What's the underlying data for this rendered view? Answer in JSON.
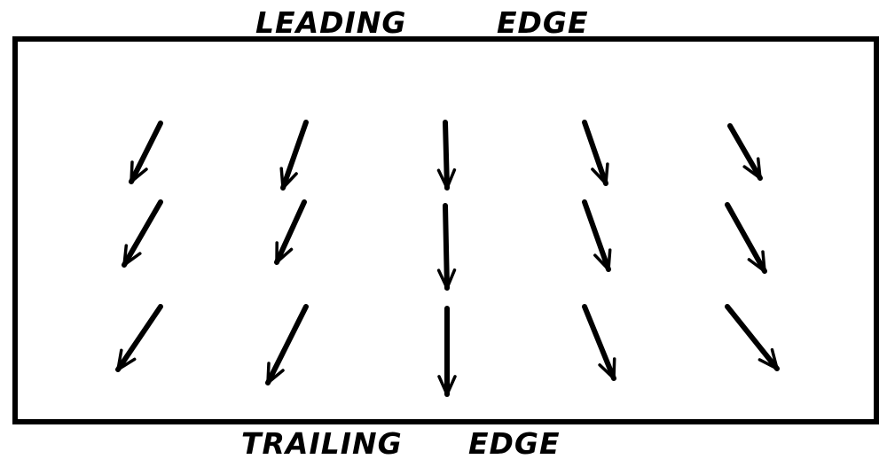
{
  "labels": {
    "leading": [
      "LEADING",
      "EDGE"
    ],
    "trailing": [
      "TRAILING",
      "EDGE"
    ]
  },
  "colors": {
    "ink": "#000000",
    "paper": "#ffffff"
  },
  "icon": "arrow-icon"
}
